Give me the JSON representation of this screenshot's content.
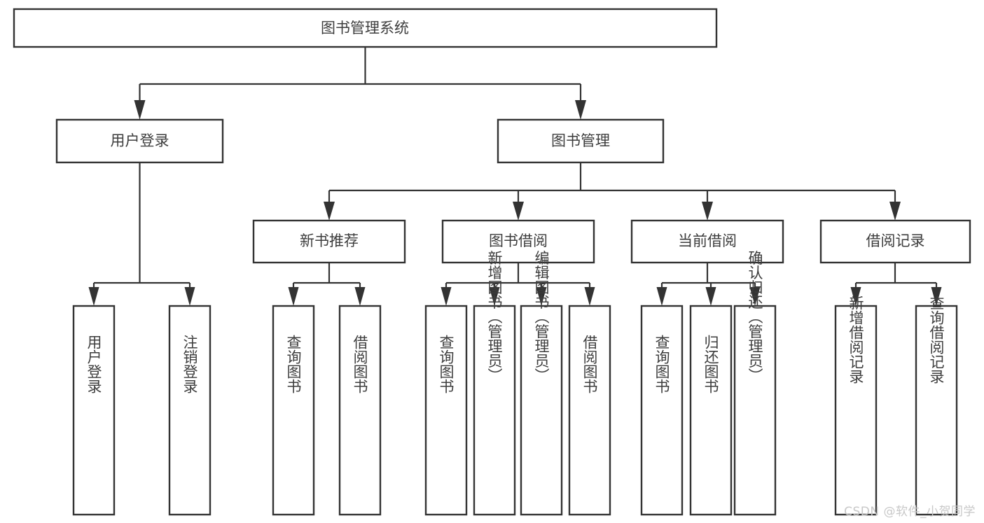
{
  "diagram": {
    "type": "tree",
    "title": "图书管理系统",
    "watermark": "CSDN @软件_小贺同学",
    "colors": {
      "background": "#ffffff",
      "box_stroke": "#333333",
      "box_fill": "#ffffff",
      "text": "#3d3d3d",
      "connector": "#333333",
      "watermark": "#c8c8c8"
    },
    "levels": {
      "root": {
        "label": "图书管理系统"
      },
      "level2": [
        {
          "label": "用户登录"
        },
        {
          "label": "图书管理"
        }
      ],
      "level3": [
        {
          "label": "新书推荐"
        },
        {
          "label": "图书借阅"
        },
        {
          "label": "当前借阅"
        },
        {
          "label": "借阅记录"
        }
      ],
      "leaves": [
        {
          "label": "用户登录",
          "parent": "用户登录"
        },
        {
          "label": "注销登录",
          "parent": "用户登录"
        },
        {
          "label": "查询图书",
          "parent": "新书推荐"
        },
        {
          "label": "借阅图书",
          "parent": "新书推荐"
        },
        {
          "label": "查询图书",
          "parent": "图书借阅"
        },
        {
          "label": "新增图书（管理员）",
          "parent": "图书借阅"
        },
        {
          "label": "编辑图书（管理员）",
          "parent": "图书借阅"
        },
        {
          "label": "借阅图书",
          "parent": "图书借阅"
        },
        {
          "label": "查询图书",
          "parent": "当前借阅"
        },
        {
          "label": "归还图书",
          "parent": "当前借阅"
        },
        {
          "label": "确认归还（管理员）",
          "parent": "当前借阅"
        },
        {
          "label": "新增借阅记录",
          "parent": "借阅记录"
        },
        {
          "label": "查询借阅记录",
          "parent": "借阅记录"
        }
      ]
    }
  }
}
